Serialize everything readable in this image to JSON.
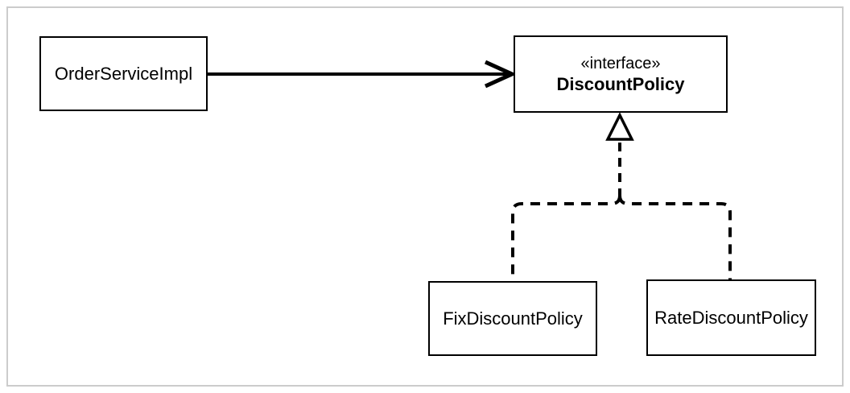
{
  "diagram": {
    "nodes": {
      "order_service_impl": {
        "name": "OrderServiceImpl"
      },
      "discount_policy": {
        "stereotype": "«interface»",
        "name": "DiscountPolicy"
      },
      "fix_discount_policy": {
        "name": "FixDiscountPolicy"
      },
      "rate_discount_policy": {
        "name": "RateDiscountPolicy"
      }
    },
    "relationships": [
      {
        "from": "OrderServiceImpl",
        "to": "DiscountPolicy",
        "type": "association",
        "line": "solid",
        "arrowhead": "open"
      },
      {
        "from": "FixDiscountPolicy",
        "to": "DiscountPolicy",
        "type": "realization",
        "line": "dashed",
        "arrowhead": "hollow-triangle"
      },
      {
        "from": "RateDiscountPolicy",
        "to": "DiscountPolicy",
        "type": "realization",
        "line": "dashed",
        "arrowhead": "hollow-triangle"
      }
    ],
    "colors": {
      "line": "#000000",
      "node_border": "#000000",
      "node_fill": "#ffffff",
      "frame_border": "#cccccc",
      "background": "#ffffff"
    }
  }
}
